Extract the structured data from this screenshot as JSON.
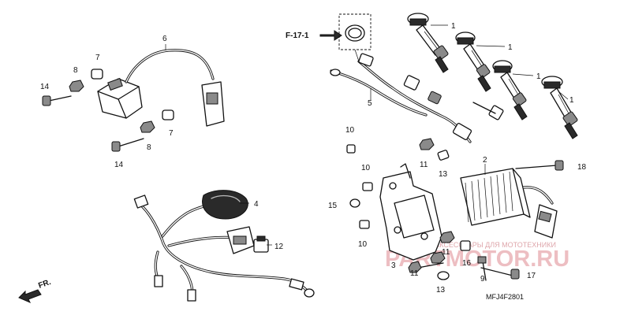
{
  "diagram": {
    "section_ref": "F-17-1",
    "front_arrow_label": "FR.",
    "drawing_code": "MFJ4F2801",
    "watermark": {
      "main": "PARTMOTOR.RU",
      "sub": "ЗАПЧАСТИ И АКСЕССУАРЫ ДЛЯ МОТОТЕХНИКИ"
    },
    "callouts": [
      {
        "id": "1a",
        "text": "1"
      },
      {
        "id": "1b",
        "text": "1"
      },
      {
        "id": "1c",
        "text": "1"
      },
      {
        "id": "1d",
        "text": "1"
      },
      {
        "id": "2",
        "text": "2"
      },
      {
        "id": "3",
        "text": "3"
      },
      {
        "id": "4",
        "text": "4"
      },
      {
        "id": "5",
        "text": "5"
      },
      {
        "id": "6",
        "text": "6"
      },
      {
        "id": "7a",
        "text": "7"
      },
      {
        "id": "7b",
        "text": "7"
      },
      {
        "id": "8a",
        "text": "8"
      },
      {
        "id": "8b",
        "text": "8"
      },
      {
        "id": "9",
        "text": "9"
      },
      {
        "id": "10a",
        "text": "10"
      },
      {
        "id": "10b",
        "text": "10"
      },
      {
        "id": "10c",
        "text": "10"
      },
      {
        "id": "11a",
        "text": "11"
      },
      {
        "id": "11b",
        "text": "11"
      },
      {
        "id": "11c",
        "text": "11"
      },
      {
        "id": "12",
        "text": "12"
      },
      {
        "id": "13a",
        "text": "13"
      },
      {
        "id": "13b",
        "text": "13"
      },
      {
        "id": "14a",
        "text": "14"
      },
      {
        "id": "14b",
        "text": "14"
      },
      {
        "id": "15",
        "text": "15"
      },
      {
        "id": "16",
        "text": "16"
      },
      {
        "id": "17",
        "text": "17"
      },
      {
        "id": "18",
        "text": "18"
      }
    ]
  }
}
